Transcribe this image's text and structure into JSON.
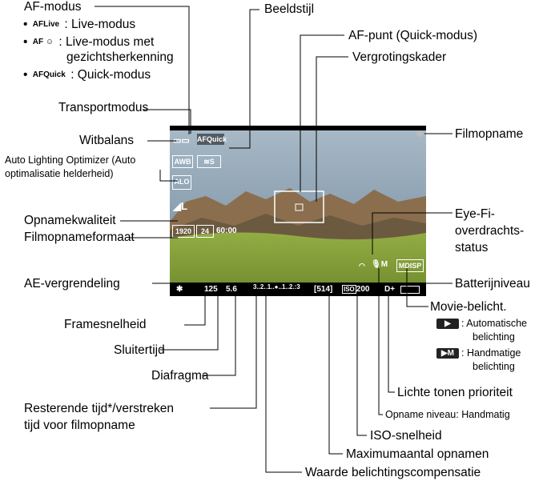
{
  "af_mode": {
    "title": "AF-modus",
    "items": [
      {
        "icon": "AFLive",
        "text": ": Live-modus"
      },
      {
        "icon": "AF ☺",
        "text": ": Live-modus met",
        "text2": "gezichtsherkenning"
      },
      {
        "icon": "AFQuick",
        "text": ": Quick-modus"
      }
    ]
  },
  "labels": {
    "picture_style": "Beeldstijl",
    "af_point": "AF-punt (Quick-modus)",
    "magnify_frame": "Vergrotingskader",
    "drive_mode": "Transportmodus",
    "white_balance": "Witbalans",
    "alo_line1": "Auto Lighting Optimizer (Auto",
    "alo_line2": "optimalisatie helderheid)",
    "recording_quality": "Opnamekwaliteit",
    "movie_format": "Filmopnameformaat",
    "ae_lock": "AE-vergrendeling",
    "frame_rate": "Framesnelheid",
    "shutter_speed": "Sluitertijd",
    "aperture": "Diafragma",
    "remaining_line1": "Resterende tijd*/verstreken",
    "remaining_line2": "tijd voor filmopname",
    "movie_recording": "Filmopname",
    "eyefi_line1": "Eye-Fi-",
    "eyefi_line2": "overdrachts-",
    "eyefi_line3": "status",
    "battery": "Batterijniveau",
    "movie_exposure": "Movie-belicht.",
    "auto_exposure_line1": ": Automatische",
    "auto_exposure_line2": "belichting",
    "manual_exposure_line1": ": Handmatige",
    "manual_exposure_line2": "belichting",
    "highlight_priority": "Lichte tonen prioriteit",
    "rec_level": "Opname niveau: Handmatig",
    "iso": "ISO-snelheid",
    "max_shots": "Maximumaantal opnamen",
    "exp_comp": "Waarde belichtingscompensatie"
  },
  "screen": {
    "drive_icon": "▭▭",
    "af_quick": "AFQuick",
    "awb": "AWB",
    "picture_style": "≋S",
    "alo_icon": "ALO",
    "quality": "◢L",
    "movie_size": "1920",
    "fps": "24",
    "time": "60:00",
    "ae_lock": "✱",
    "shutter": "125",
    "aperture": "5.6",
    "exp_scale": "3..2..1..●..1..2.:3",
    "max_shots": "[514]",
    "iso_label": "ISO",
    "iso_value": "200",
    "highlight": "D+",
    "mic": "🎙M",
    "movie_exp_icon": "MDISP"
  },
  "legend_icons": {
    "auto": "▶",
    "manual": "▶M"
  },
  "colors": {
    "screen_bg": "#000000",
    "sky": "#7f96a8",
    "mountain": "#8b6e4e",
    "field": "#8aa83c"
  }
}
